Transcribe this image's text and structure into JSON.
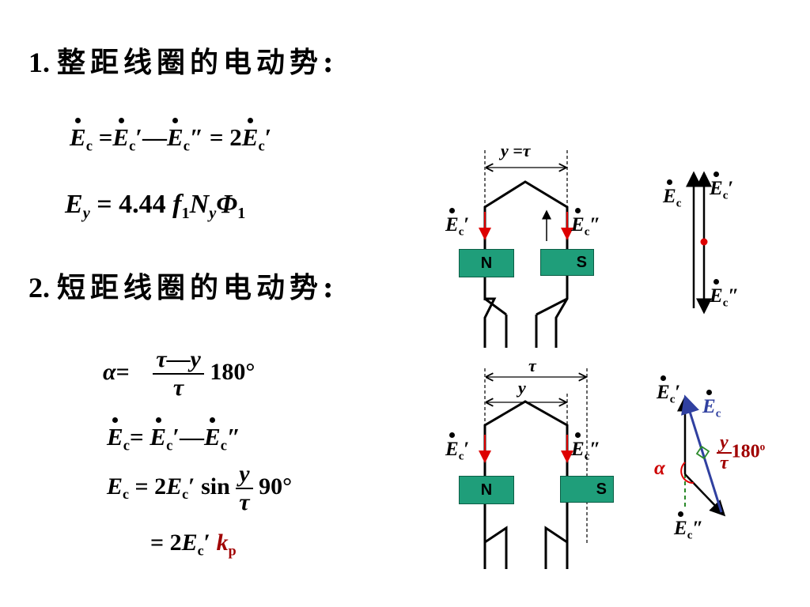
{
  "section1": {
    "num": "1.",
    "title": "整距线圈的电动势:"
  },
  "section2": {
    "num": "2.",
    "title": "短距线圈的电动势:"
  },
  "symbols": {
    "E": "E",
    "c": "c",
    "prime": "′",
    "dprime": "″",
    "minus": "—",
    "eq": "=",
    "two": "2",
    "y": "y",
    "tau": "τ",
    "alpha": "α",
    "sin": "sin",
    "k": "k",
    "p": "p",
    "N": "N",
    "S": "S",
    "f": "f",
    "one": "1",
    "Phi": "Φ",
    "coef": "4.44",
    "deg180": "180°",
    "deg90": "90°",
    "deg180o": "180",
    "o": "o"
  },
  "labels": {
    "top_span": "y =τ",
    "tau_span": "τ",
    "y_span": "y"
  }
}
